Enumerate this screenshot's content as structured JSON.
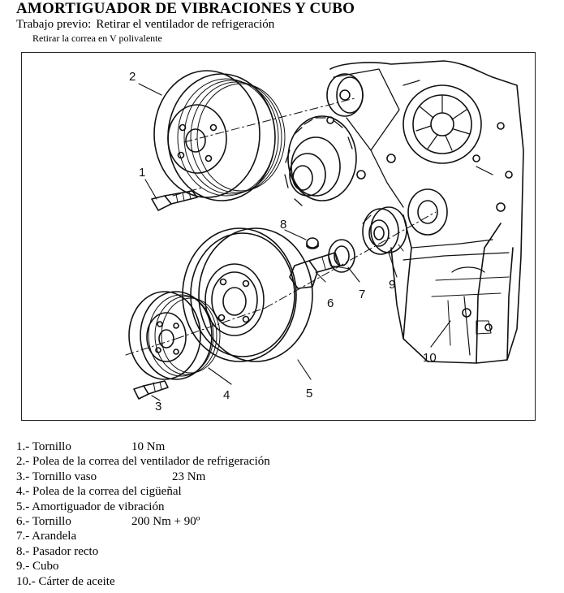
{
  "title": "AMORTIGUADOR DE VIBRACIONES Y CUBO",
  "prework": {
    "label": "Trabajo previo:",
    "value": "Retirar el ventilador de refrigeración"
  },
  "subnote": "Retirar la correa en V polivalente",
  "figure": {
    "callouts": [
      "1",
      "2",
      "3",
      "4",
      "5",
      "6",
      "7",
      "8",
      "9",
      "10"
    ]
  },
  "legend": [
    {
      "text": "1.- Tornillo",
      "spec": "10 Nm"
    },
    {
      "text": "2.- Polea de la correa del ventilador de refrigeración",
      "spec": ""
    },
    {
      "text": "3.- Tornillo vaso",
      "spec": "23 Nm"
    },
    {
      "text": "4.- Polea de la correa del cigüeñal",
      "spec": ""
    },
    {
      "text": "5.- Amortiguador de vibración",
      "spec": ""
    },
    {
      "text": "6.- Tornillo",
      "spec": "200 Nm + 90º"
    },
    {
      "text": "7.- Arandela",
      "spec": ""
    },
    {
      "text": "8.- Pasador recto",
      "spec": ""
    },
    {
      "text": "9.- Cubo",
      "spec": ""
    },
    {
      "text": "10.- Cárter de aceite",
      "spec": ""
    }
  ]
}
